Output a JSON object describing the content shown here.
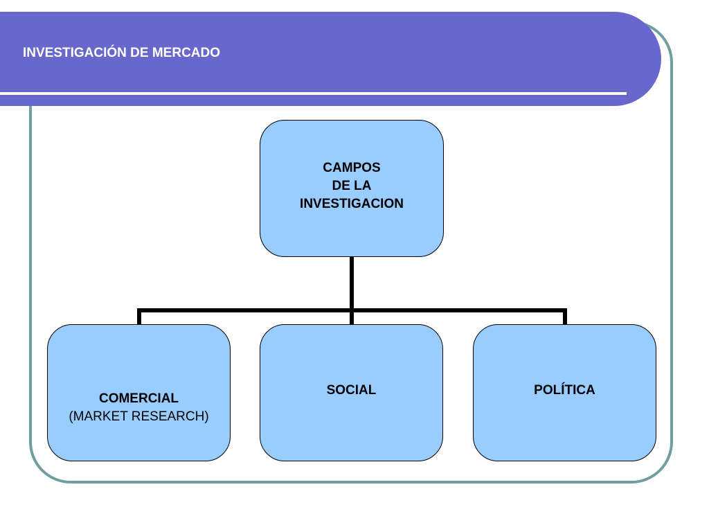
{
  "slide": {
    "title": "INVESTIGACIÓN DE MERCADO"
  },
  "diagram": {
    "root": {
      "lines": [
        "CAMPOS",
        "DE LA",
        "INVESTIGACION"
      ]
    },
    "children": [
      {
        "label": "COMERCIAL",
        "sublabel": "(MARKET RESEARCH)"
      },
      {
        "label": "SOCIAL"
      },
      {
        "label": "POLÍTICA"
      }
    ]
  },
  "colors": {
    "header": "#6868cc",
    "frame": "#6f9e9e",
    "node_fill": "#99ccff",
    "connector": "#000000"
  }
}
